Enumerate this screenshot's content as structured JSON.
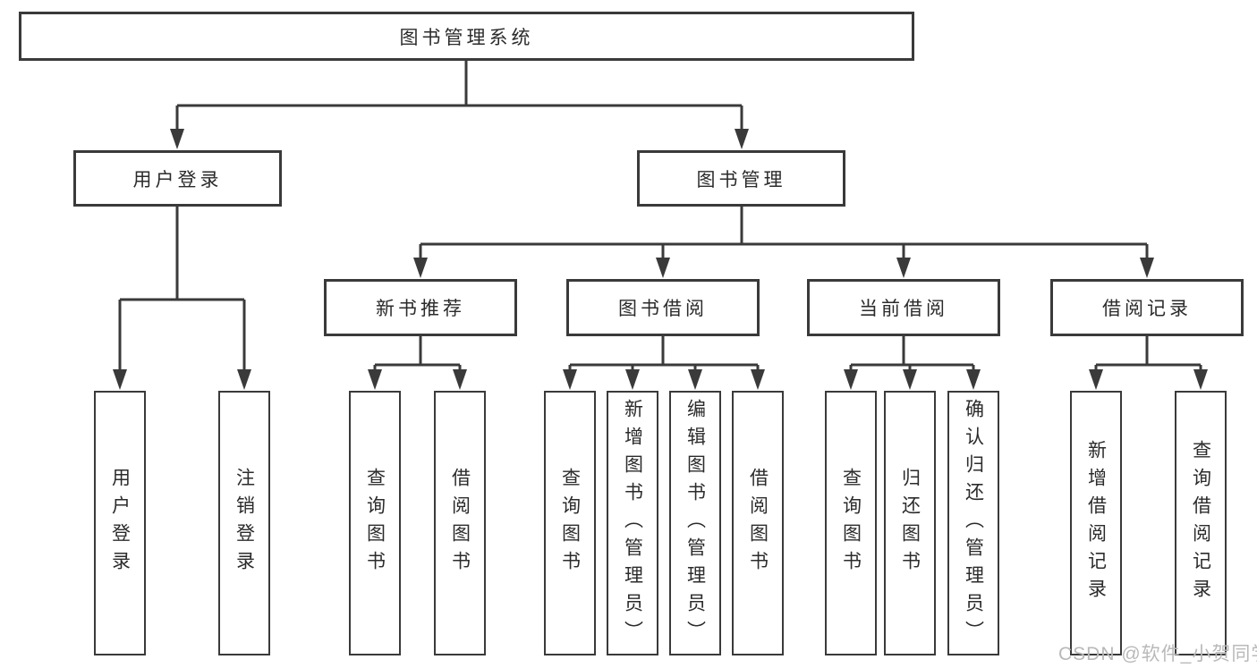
{
  "diagram": {
    "watermark": "CSDN @软件_小贺同学",
    "colors": {
      "line": "#3a3a3a",
      "text": "#2b2b2b",
      "box_fill": "#ffffff",
      "background": "#ffffff",
      "watermark": "#b9b9b9"
    },
    "root": {
      "label": "图书管理系统"
    },
    "level2": [
      {
        "label": "用户登录",
        "parent": "图书管理系统"
      },
      {
        "label": "图书管理",
        "parent": "图书管理系统"
      }
    ],
    "level3": [
      {
        "label": "新书推荐",
        "parent": "图书管理"
      },
      {
        "label": "图书借阅",
        "parent": "图书管理"
      },
      {
        "label": "当前借阅",
        "parent": "图书管理"
      },
      {
        "label": "借阅记录",
        "parent": "图书管理"
      }
    ],
    "leaves": [
      {
        "label": "用户登录",
        "parent": "用户登录"
      },
      {
        "label": "注销登录",
        "parent": "用户登录"
      },
      {
        "label": "查询图书",
        "parent": "新书推荐"
      },
      {
        "label": "借阅图书",
        "parent": "新书推荐"
      },
      {
        "label": "查询图书",
        "parent": "图书借阅"
      },
      {
        "label": "新增图书（管理员）",
        "parent": "图书借阅"
      },
      {
        "label": "编辑图书（管理员）",
        "parent": "图书借阅"
      },
      {
        "label": "借阅图书",
        "parent": "图书借阅"
      },
      {
        "label": "查询图书",
        "parent": "当前借阅"
      },
      {
        "label": "归还图书",
        "parent": "当前借阅"
      },
      {
        "label": "确认归还（管理员）",
        "parent": "当前借阅"
      },
      {
        "label": "新增借阅记录",
        "parent": "借阅记录"
      },
      {
        "label": "查询借阅记录",
        "parent": "借阅记录"
      }
    ]
  }
}
